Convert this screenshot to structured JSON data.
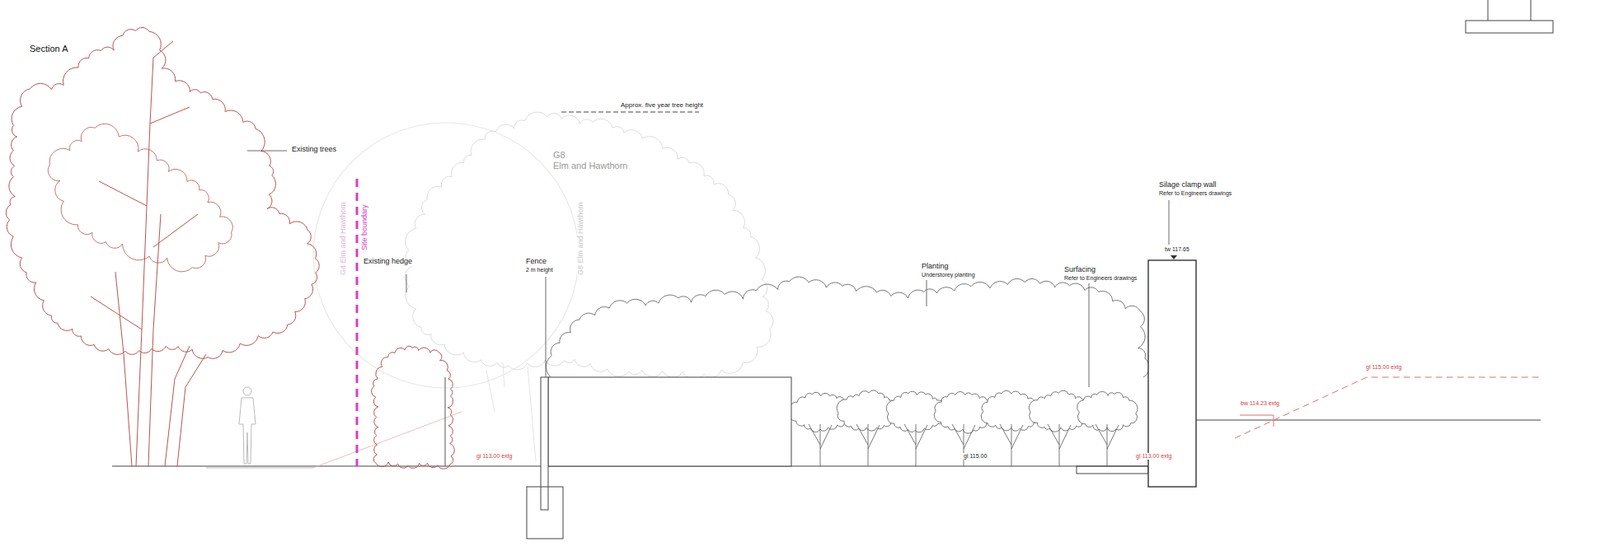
{
  "diagram": {
    "title": "Section A",
    "labels": [
      "Existing trees",
      "Approx. five year tree height",
      "G8",
      "Elm and Hawthorn",
      "G4 Elm and Hawthorn",
      "Site boundary",
      "G8 Elm and Hawthorn",
      "Existing hedge",
      "Fence",
      "2 m height",
      "Planting",
      "Understorey planting",
      "Surfacing",
      "Refer to Engineers drawings",
      "Silage clamp wall",
      "Refer to Engineers drawings",
      "tw 117.65",
      "gl 113.00 extg",
      "gl 115.00",
      "gl 113.00 extg",
      "bw 114.23 extg",
      "gl 115.00 extg"
    ]
  }
}
